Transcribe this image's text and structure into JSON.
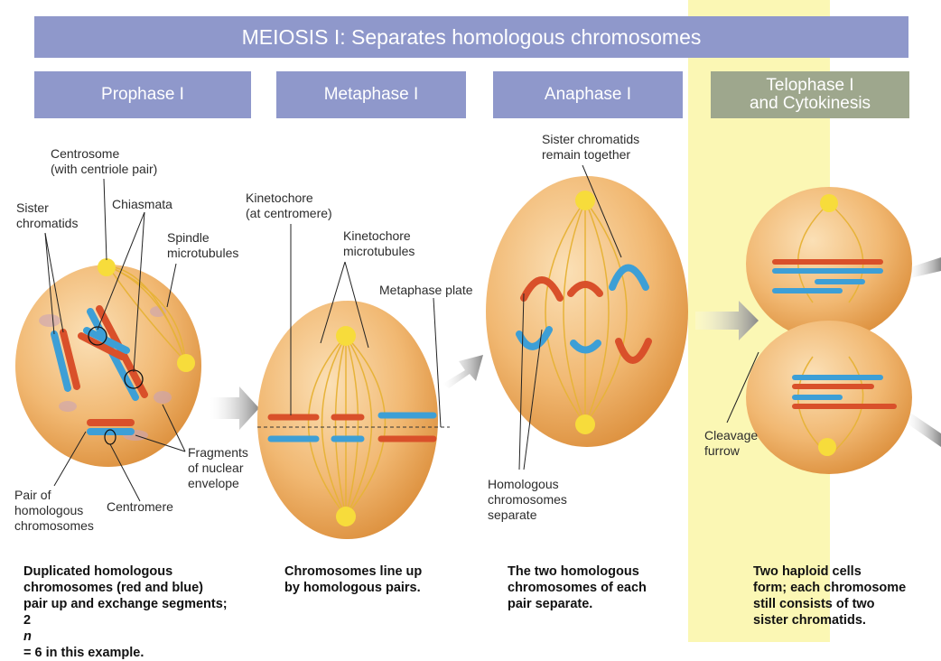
{
  "banner": "MEIOSIS I: Separates homologous chromosomes",
  "phases": {
    "prophase": "Prophase I",
    "metaphase": "Metaphase I",
    "anaphase": "Anaphase I",
    "telophase_line1": "Telophase I",
    "telophase_line2": "and Cytokinesis"
  },
  "labels": {
    "centrosome_1": "Centrosome",
    "centrosome_2": "(with centriole pair)",
    "sister_1": "Sister",
    "sister_2": "chromatids",
    "chiasmata": "Chiasmata",
    "spindle_1": "Spindle",
    "spindle_2": "microtubules",
    "fragments_1": "Fragments",
    "fragments_2": "of nuclear",
    "fragments_3": "envelope",
    "pair_1": "Pair of",
    "pair_2": "homologous",
    "pair_3": "chromosomes",
    "centromere": "Centromere",
    "kinetochore_1": "Kinetochore",
    "kinetochore_2": "(at centromere)",
    "kmicro_1": "Kinetochore",
    "kmicro_2": "microtubules",
    "metaplate": "Metaphase plate",
    "sister_together_1": "Sister chromatids",
    "sister_together_2": "remain together",
    "homsep_1": "Homologous",
    "homsep_2": "chromosomes",
    "homsep_3": "separate",
    "cleavage_1": "Cleavage",
    "cleavage_2": "furrow"
  },
  "captions": {
    "c1_l1": "Duplicated homologous",
    "c1_l2": "chromosomes (red and blue)",
    "c1_l3": "pair up and exchange segments;",
    "c1_l4a": "2",
    "c1_l4n": "n",
    "c1_l4b": " = 6 in this example.",
    "c2_l1": "Chromosomes line up",
    "c2_l2": "by homologous pairs.",
    "c3_l1": "The two homologous",
    "c3_l2": "chromosomes of each",
    "c3_l3": "pair separate.",
    "c4_l1": "Two haploid cells",
    "c4_l2": "form; each chromosome",
    "c4_l3": "still consists of two",
    "c4_l4": "sister chromatids."
  },
  "colors": {
    "header": "#8f98cb",
    "highlight": "#fbf7b4",
    "cell": "#f0b56a",
    "red_chromosome": "#d9502a",
    "blue_chromosome": "#3d9fd6"
  }
}
